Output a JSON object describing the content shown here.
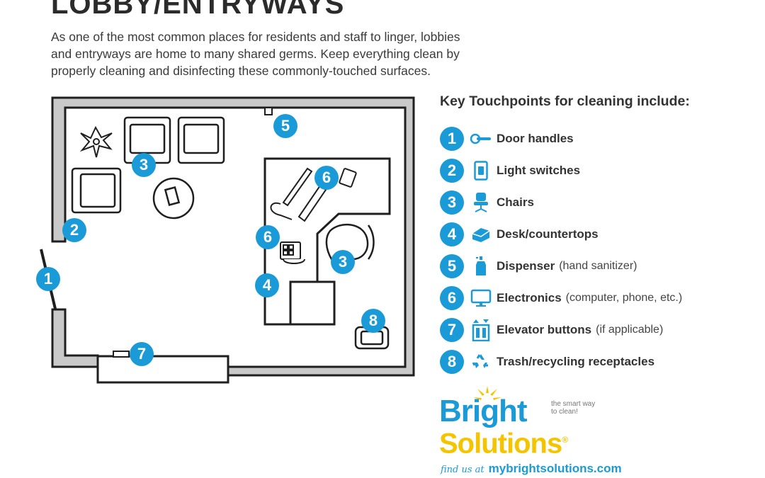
{
  "page": {
    "title": "LOBBY/ENTRYWAYS",
    "intro_lines": [
      "As one of the most common places for residents and staff to linger, lobbies",
      "and entryways are home to many shared germs. Keep everything clean by",
      "properly cleaning and disinfecting these commonly-touched surfaces."
    ]
  },
  "floorplan": {
    "badges": [
      "1",
      "2",
      "3",
      "3",
      "4",
      "5",
      "6",
      "6",
      "7",
      "8"
    ]
  },
  "key": {
    "heading": "Key Touchpoints for cleaning include:",
    "items": [
      {
        "num": "1",
        "label": "Door handles",
        "note": "",
        "icon": "door-handle-icon"
      },
      {
        "num": "2",
        "label": "Light switches",
        "note": "",
        "icon": "light-switch-icon"
      },
      {
        "num": "3",
        "label": "Chairs",
        "note": "",
        "icon": "chair-icon"
      },
      {
        "num": "4",
        "label": "Desk/countertops",
        "note": "",
        "icon": "countertop-icon"
      },
      {
        "num": "5",
        "label": "Dispenser",
        "note": "(hand sanitizer)",
        "icon": "dispenser-icon"
      },
      {
        "num": "6",
        "label": "Electronics",
        "note": "(computer, phone, etc.)",
        "icon": "monitor-icon"
      },
      {
        "num": "7",
        "label": "Elevator buttons",
        "note": "(if applicable)",
        "icon": "elevator-icon"
      },
      {
        "num": "8",
        "label": "Trash/recycling receptacles",
        "note": "",
        "icon": "recycling-icon"
      }
    ]
  },
  "brand": {
    "name_top": "Bright",
    "name_bottom": "Solutions",
    "registered": "®",
    "tagline": "the smart way to clean!",
    "find_us": "find us at",
    "url": "mybrightsolutions.com",
    "color_blue": "#1a9bd7",
    "color_yellow": "#f5c400"
  }
}
